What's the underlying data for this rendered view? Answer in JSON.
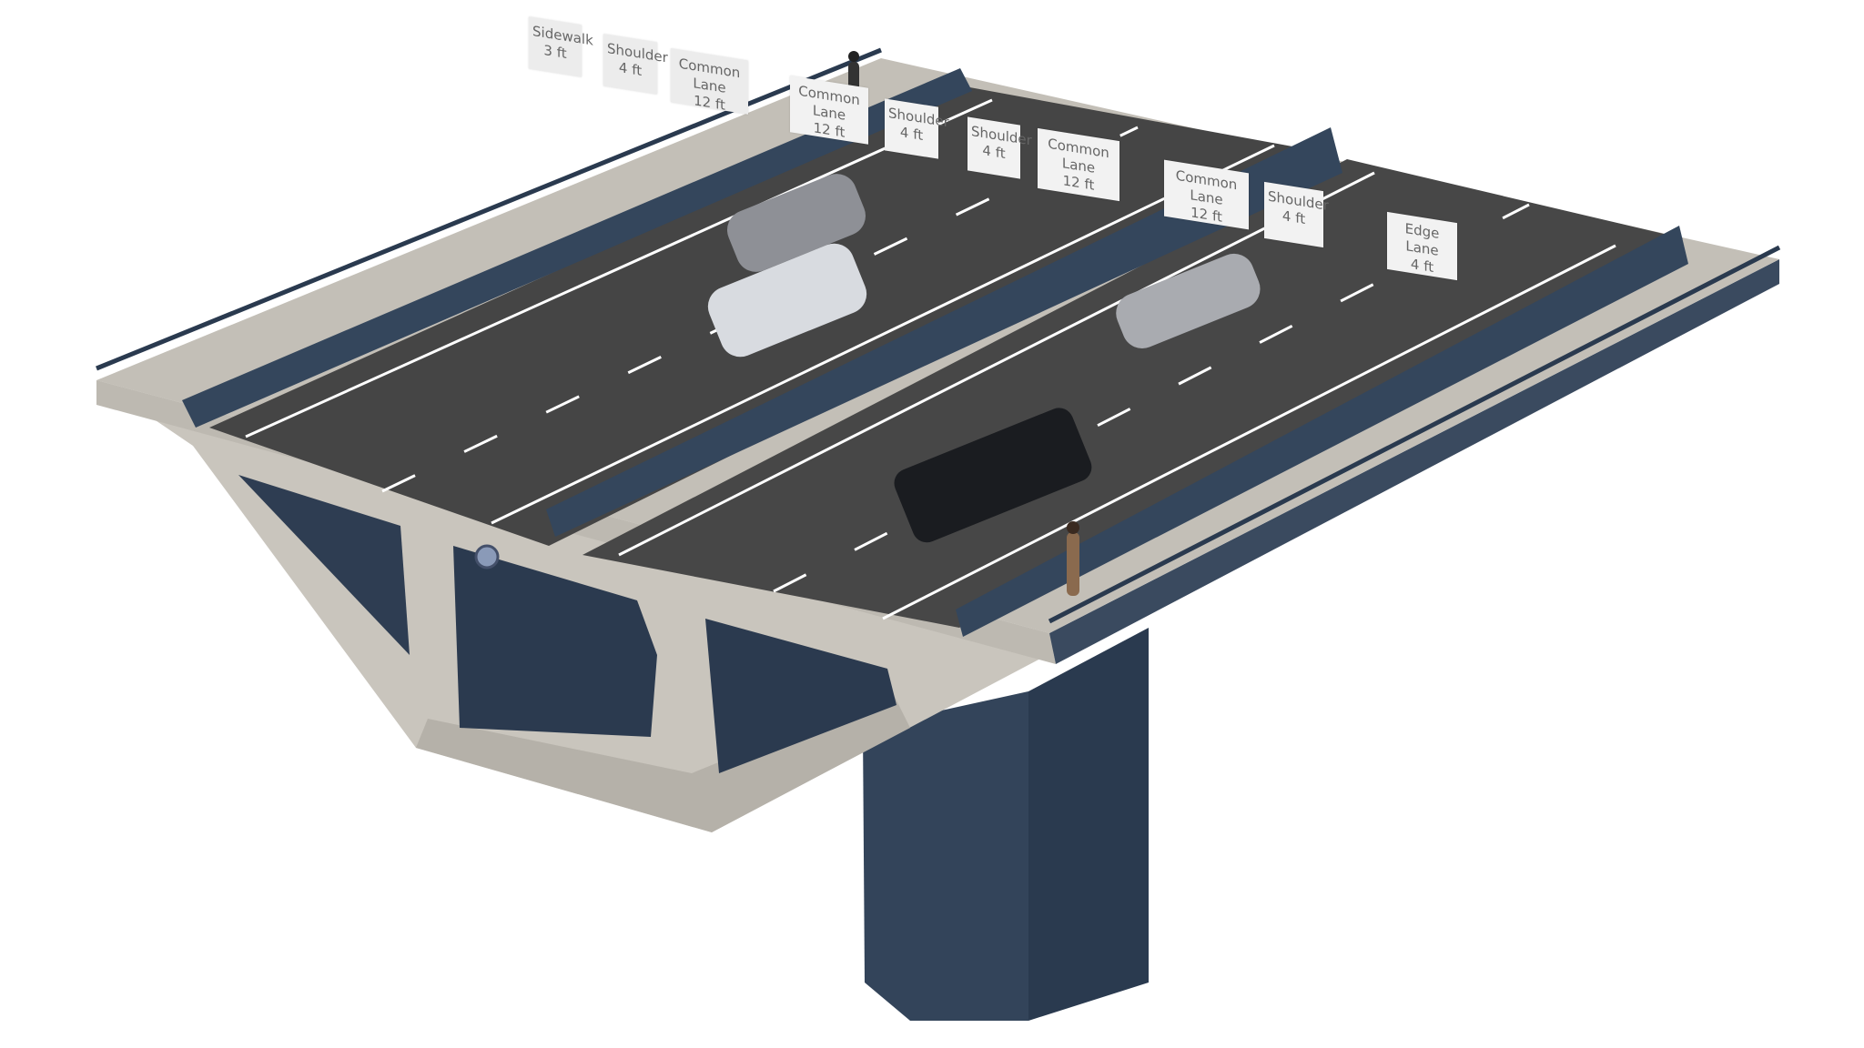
{
  "scene": {
    "colors": {
      "asphalt": "#454545",
      "concrete": "#c9c5bd",
      "barrier": "#34465c",
      "shadow": "#26354a",
      "lane_marking": "#ffffff"
    },
    "labels": [
      {
        "name": "Sidewalk",
        "width": "3 ft"
      },
      {
        "name": "Shoulder",
        "width": "4 ft"
      },
      {
        "name": "Common Lane",
        "width": "12 ft"
      },
      {
        "name": "Common Lane",
        "width": "12 ft"
      },
      {
        "name": "Shoulder",
        "width": "4 ft"
      },
      {
        "name": "Shoulder",
        "width": "4 ft"
      },
      {
        "name": "Common Lane",
        "width": "12 ft"
      },
      {
        "name": "Common Lane",
        "width": "12 ft"
      },
      {
        "name": "Shoulder",
        "width": "4 ft"
      },
      {
        "name": "Edge Lane",
        "width": "4 ft"
      }
    ]
  }
}
